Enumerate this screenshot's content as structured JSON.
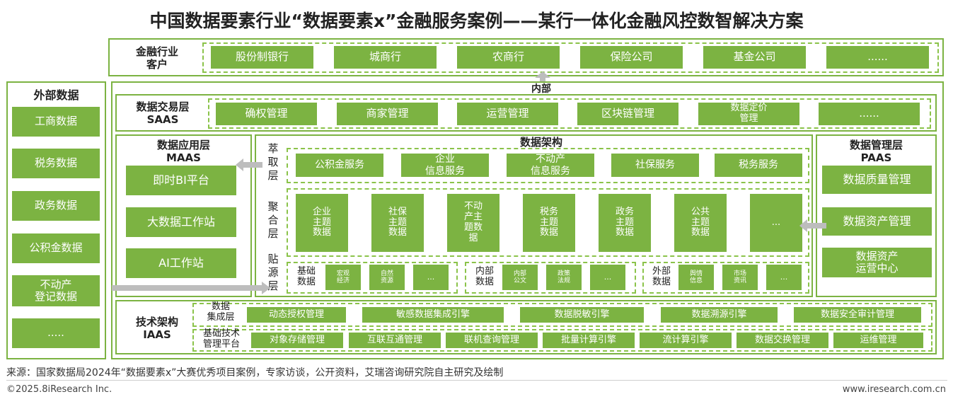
{
  "title": "中国数据要素行业“数据要素x”金融服务案例——某行一体化金融风控数智解决方案",
  "customers": {
    "label": "金融行业\n客户",
    "items": [
      "股份制银行",
      "城商行",
      "农商行",
      "保险公司",
      "基金公司",
      "......"
    ]
  },
  "internal_label": "内部",
  "external": {
    "title": "外部数据",
    "items": [
      "工商数据",
      "税务数据",
      "政务数据",
      "公积金数据",
      "不动产\n登记数据",
      "....."
    ]
  },
  "saas": {
    "label": "数据交易层\nSAAS",
    "items": [
      "确权管理",
      "商家管理",
      "运营管理",
      "区块链管理",
      "数据定价\n管理",
      "......"
    ]
  },
  "maas": {
    "label": "数据应用层\nMAAS",
    "items": [
      "即时BI平台",
      "大数据工作站",
      "AI工作站"
    ]
  },
  "architecture": {
    "title": "数据架构",
    "layer_extract": "萃\n取\n层",
    "layer_aggregate": "聚\n合\n层",
    "layer_source": "贴\n源\n层",
    "services": [
      "公积金服务",
      "企业\n信息服务",
      "不动产\n信息服务",
      "社保服务",
      "税务服务"
    ],
    "topics": [
      "企业\n主题\n数据",
      "社保\n主题\n数据",
      "不动\n产主\n题数\n据",
      "税务\n主题\n数据",
      "政务\n主题\n数据",
      "公共\n主题\n数据",
      "..."
    ],
    "source_groups": [
      {
        "label": "基础\n数据",
        "items": [
          "宏观\n经济",
          "自然\n资源",
          "..."
        ]
      },
      {
        "label": "内部\n数据",
        "items": [
          "内部\n公文",
          "政策\n法规",
          "..."
        ]
      },
      {
        "label": "外部\n数据",
        "items": [
          "舆情\n信息",
          "市场\n资讯",
          "..."
        ]
      }
    ]
  },
  "paas": {
    "label": "数据管理层\nPAAS",
    "items": [
      "数据质量管理",
      "数据资产管理",
      "数据资产\n运营中心"
    ]
  },
  "iaas": {
    "label": "技术架构\nIAAS",
    "row1_label": "数据\n集成层",
    "row1_items": [
      "动态授权管理",
      "敏感数据集成引擎",
      "数据脱敏引擎",
      "数据溯源引擎",
      "数据安全审计管理"
    ],
    "row2_label": "基础技术\n管理平台",
    "row2_items": [
      "对象存储管理",
      "互联互通管理",
      "联机查询管理",
      "批量计算引擎",
      "流计算引擎",
      "数据交换管理",
      "运维管理"
    ]
  },
  "footer": {
    "source": "来源：国家数据局2024年“数据要素x”大赛优秀项目案例，专家访谈，公开资料，艾瑞咨询研究院自主研究及绘制",
    "copyright": "©2025.8iResearch Inc.",
    "website": "www.iresearch.com.cn"
  },
  "colors": {
    "green": "#7cb342",
    "light_green": "#8bc34a",
    "arrow_gray": "#bdbdbd"
  }
}
